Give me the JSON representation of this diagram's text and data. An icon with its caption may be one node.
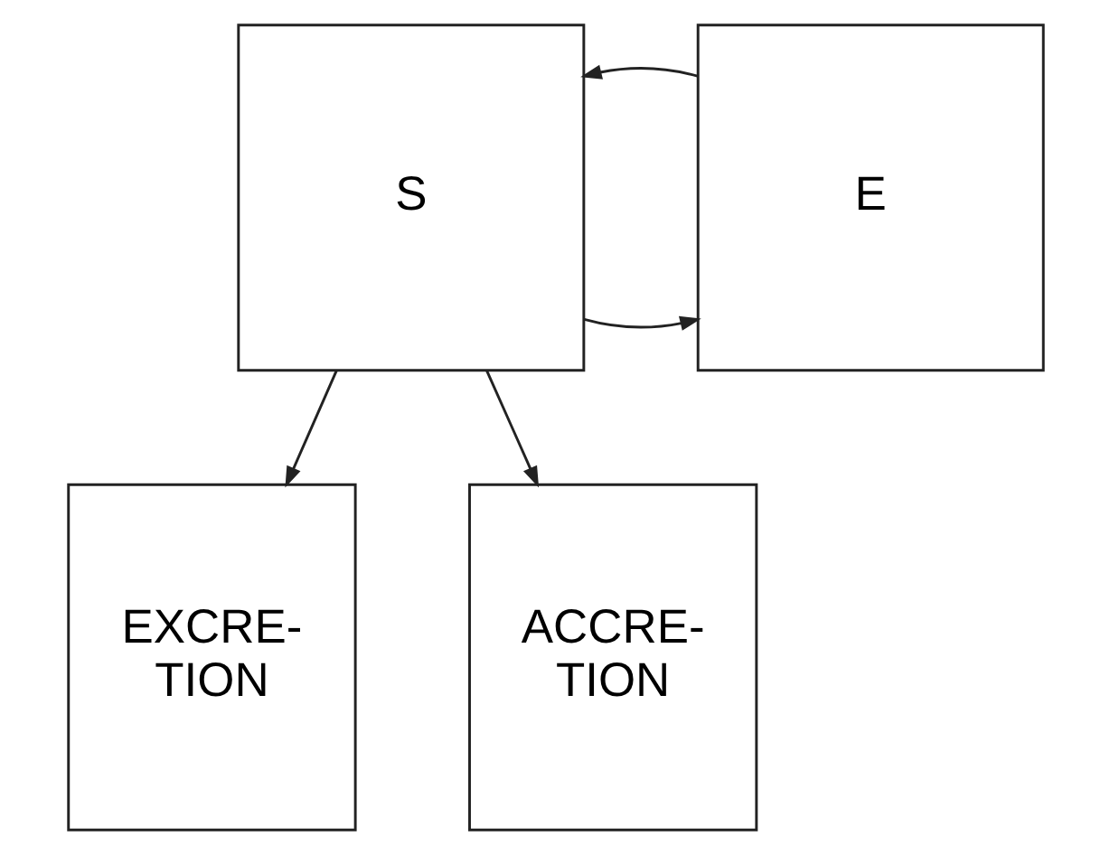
{
  "diagram": {
    "nodes": [
      {
        "text": [
          "S"
        ]
      },
      {
        "text": [
          "E"
        ]
      },
      {
        "text": [
          "EXCRE- TION"
        ]
      },
      {
        "text": [
          "ACCRE- TION"
        ]
      }
    ],
    "edges": [
      {
        "from": 0,
        "to": 1,
        "arrow": "to"
      },
      {
        "from": 1,
        "to": 0,
        "arrow": "to"
      },
      {
        "from": 0,
        "to": 2,
        "arrow": "to"
      },
      {
        "from": 0,
        "to": 3,
        "arrow": "to"
      }
    ]
  }
}
